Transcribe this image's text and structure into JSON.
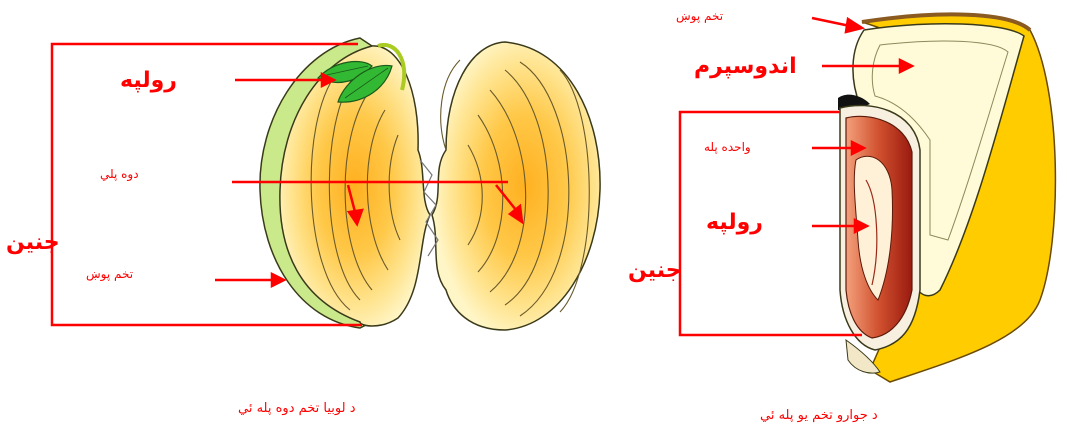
{
  "left_diagram": {
    "embryo_label": "جنین",
    "cotyledon_label": "رولپه",
    "two_cotyledon_label": "دوه پلي",
    "seed_coat_label": "تخم پوښ",
    "caption": "د لوبیا تخم دوه پله ئي"
  },
  "right_diagram": {
    "seed_coat_label": "تخم پوښ",
    "endosperm_label": "اندوسپرم",
    "one_cotyledon_label": "واحده پله",
    "cotyledon_label": "رولپه",
    "embryo_label": "جنین",
    "caption": "د جوارو تخم يو پله ئي"
  },
  "colors": {
    "label_red": "#ff0000",
    "seed_coat_green": "#c9e98a",
    "cotyledon_orange": "#ffc040",
    "corn_yellow": "#ffcc00",
    "endosperm_cream": "#fffad8",
    "leaf_green": "#33b833"
  }
}
